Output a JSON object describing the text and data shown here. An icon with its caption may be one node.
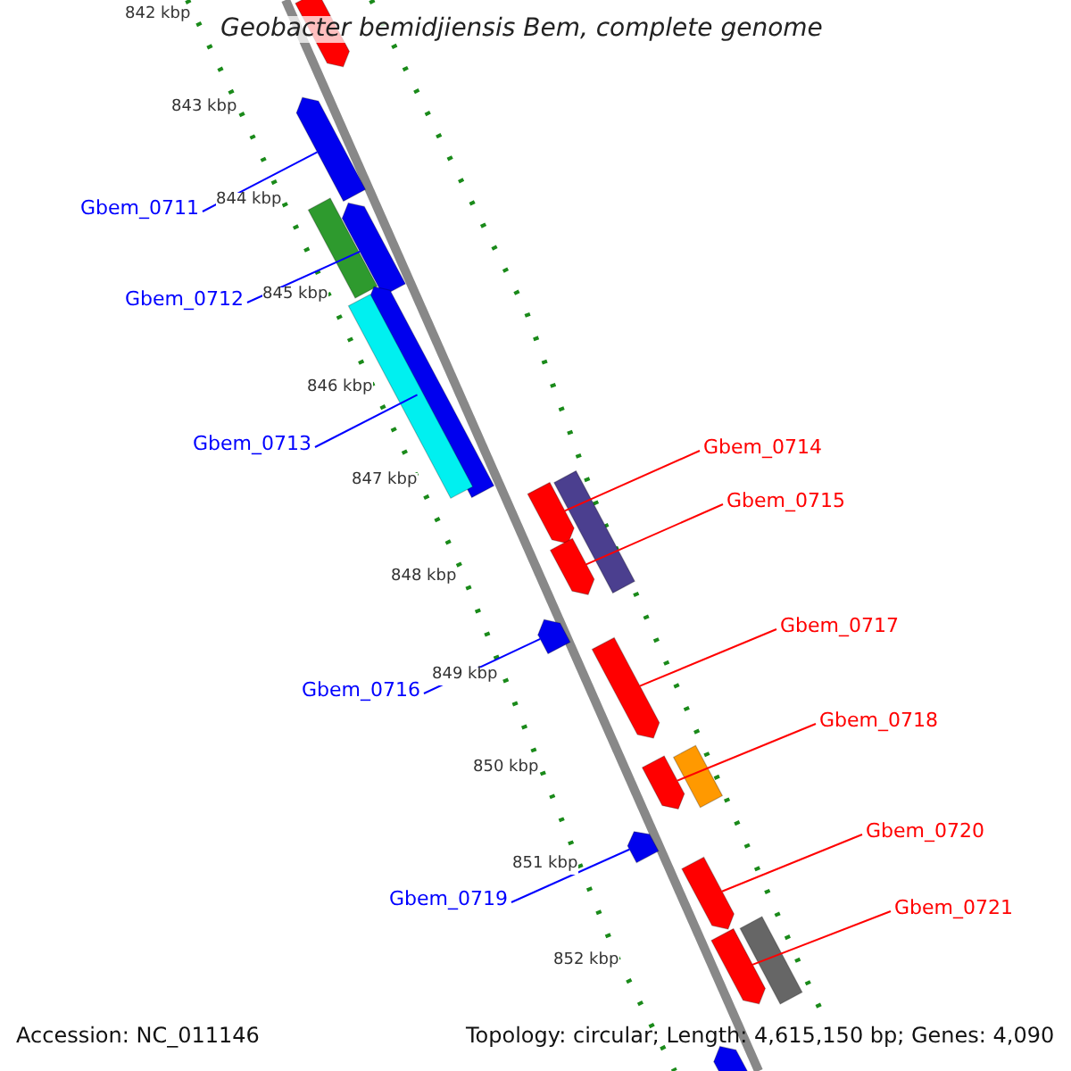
{
  "diagram": {
    "title": "Geobacter bemidjiensis Bem, complete genome",
    "nodes": [
      {
        "text": [
          "Gbem_0711"
        ]
      },
      {
        "text": [
          "Gbem_0712"
        ]
      },
      {
        "text": [
          "Gbem_0713"
        ]
      },
      {
        "text": [
          "Gbem_0714"
        ]
      },
      {
        "text": [
          "Gbem_0715"
        ]
      },
      {
        "text": [
          "Gbem_0716"
        ]
      },
      {
        "text": [
          "Gbem_0717"
        ]
      },
      {
        "text": [
          "Gbem_0718"
        ]
      },
      {
        "text": [
          "Gbem_0719"
        ]
      },
      {
        "text": [
          "Gbem_0720"
        ]
      },
      {
        "text": [
          "Gbem_0721"
        ]
      },
      {
        "text": [],
        "shape": "bar"
      },
      {
        "text": [],
        "shape": "bar"
      },
      {
        "text": [],
        "shape": "bar"
      },
      {
        "text": [],
        "shape": "bar"
      },
      {
        "text": [],
        "shape": "bar"
      },
      {
        "text": [],
        "shape": "bar"
      },
      {
        "text": [],
        "shape": "bar"
      },
      {
        "text": [],
        "shape": "bar"
      },
      {
        "text": [],
        "shape": "bar"
      },
      {
        "text": [],
        "shape": "bar"
      },
      {
        "text": [],
        "shape": "bar"
      },
      {
        "text": [],
        "shape": "bar"
      },
      {
        "text": [],
        "shape": "bar"
      },
      {
        "text": [],
        "shape": "bar"
      },
      {
        "text": [],
        "shape": "bar"
      },
      {
        "text": [],
        "shape": "bar"
      },
      {
        "text": [],
        "shape": "bar"
      },
      {
        "text": [],
        "shape": "bar"
      }
    ],
    "edges": [
      {
        "from": 0,
        "to": 12,
        "arrow": "none",
        "color": "#0000ff"
      },
      {
        "from": 1,
        "to": 13,
        "arrow": "none",
        "color": "#0000ff"
      },
      {
        "from": 2,
        "to": 15,
        "arrow": "none",
        "color": "#0000ff"
      },
      {
        "from": 3,
        "to": 17,
        "arrow": "none",
        "color": "#ff0000"
      },
      {
        "from": 4,
        "to": 19,
        "arrow": "none",
        "color": "#ff0000"
      },
      {
        "from": 5,
        "to": 20,
        "arrow": "none",
        "color": "#0000ff"
      },
      {
        "from": 6,
        "to": 21,
        "arrow": "none",
        "color": "#ff0000"
      },
      {
        "from": 7,
        "to": 23,
        "arrow": "none",
        "color": "#ff0000"
      },
      {
        "from": 8,
        "to": 24,
        "arrow": "none",
        "color": "#0000ff"
      },
      {
        "from": 9,
        "to": 25,
        "arrow": "none",
        "color": "#ff0000"
      },
      {
        "from": 10,
        "to": 27,
        "arrow": "none",
        "color": "#ff0000"
      }
    ],
    "labels": [
      "842 kbp",
      "843 kbp",
      "844 kbp",
      "845 kbp",
      "846 kbp",
      "847 kbp",
      "848 kbp",
      "849 kbp",
      "850 kbp",
      "851 kbp",
      "852 kbp",
      "Accession: NC_011146",
      "Topology: circular; Length: 4,615,150 bp; Genes: 4,090"
    ]
  }
}
